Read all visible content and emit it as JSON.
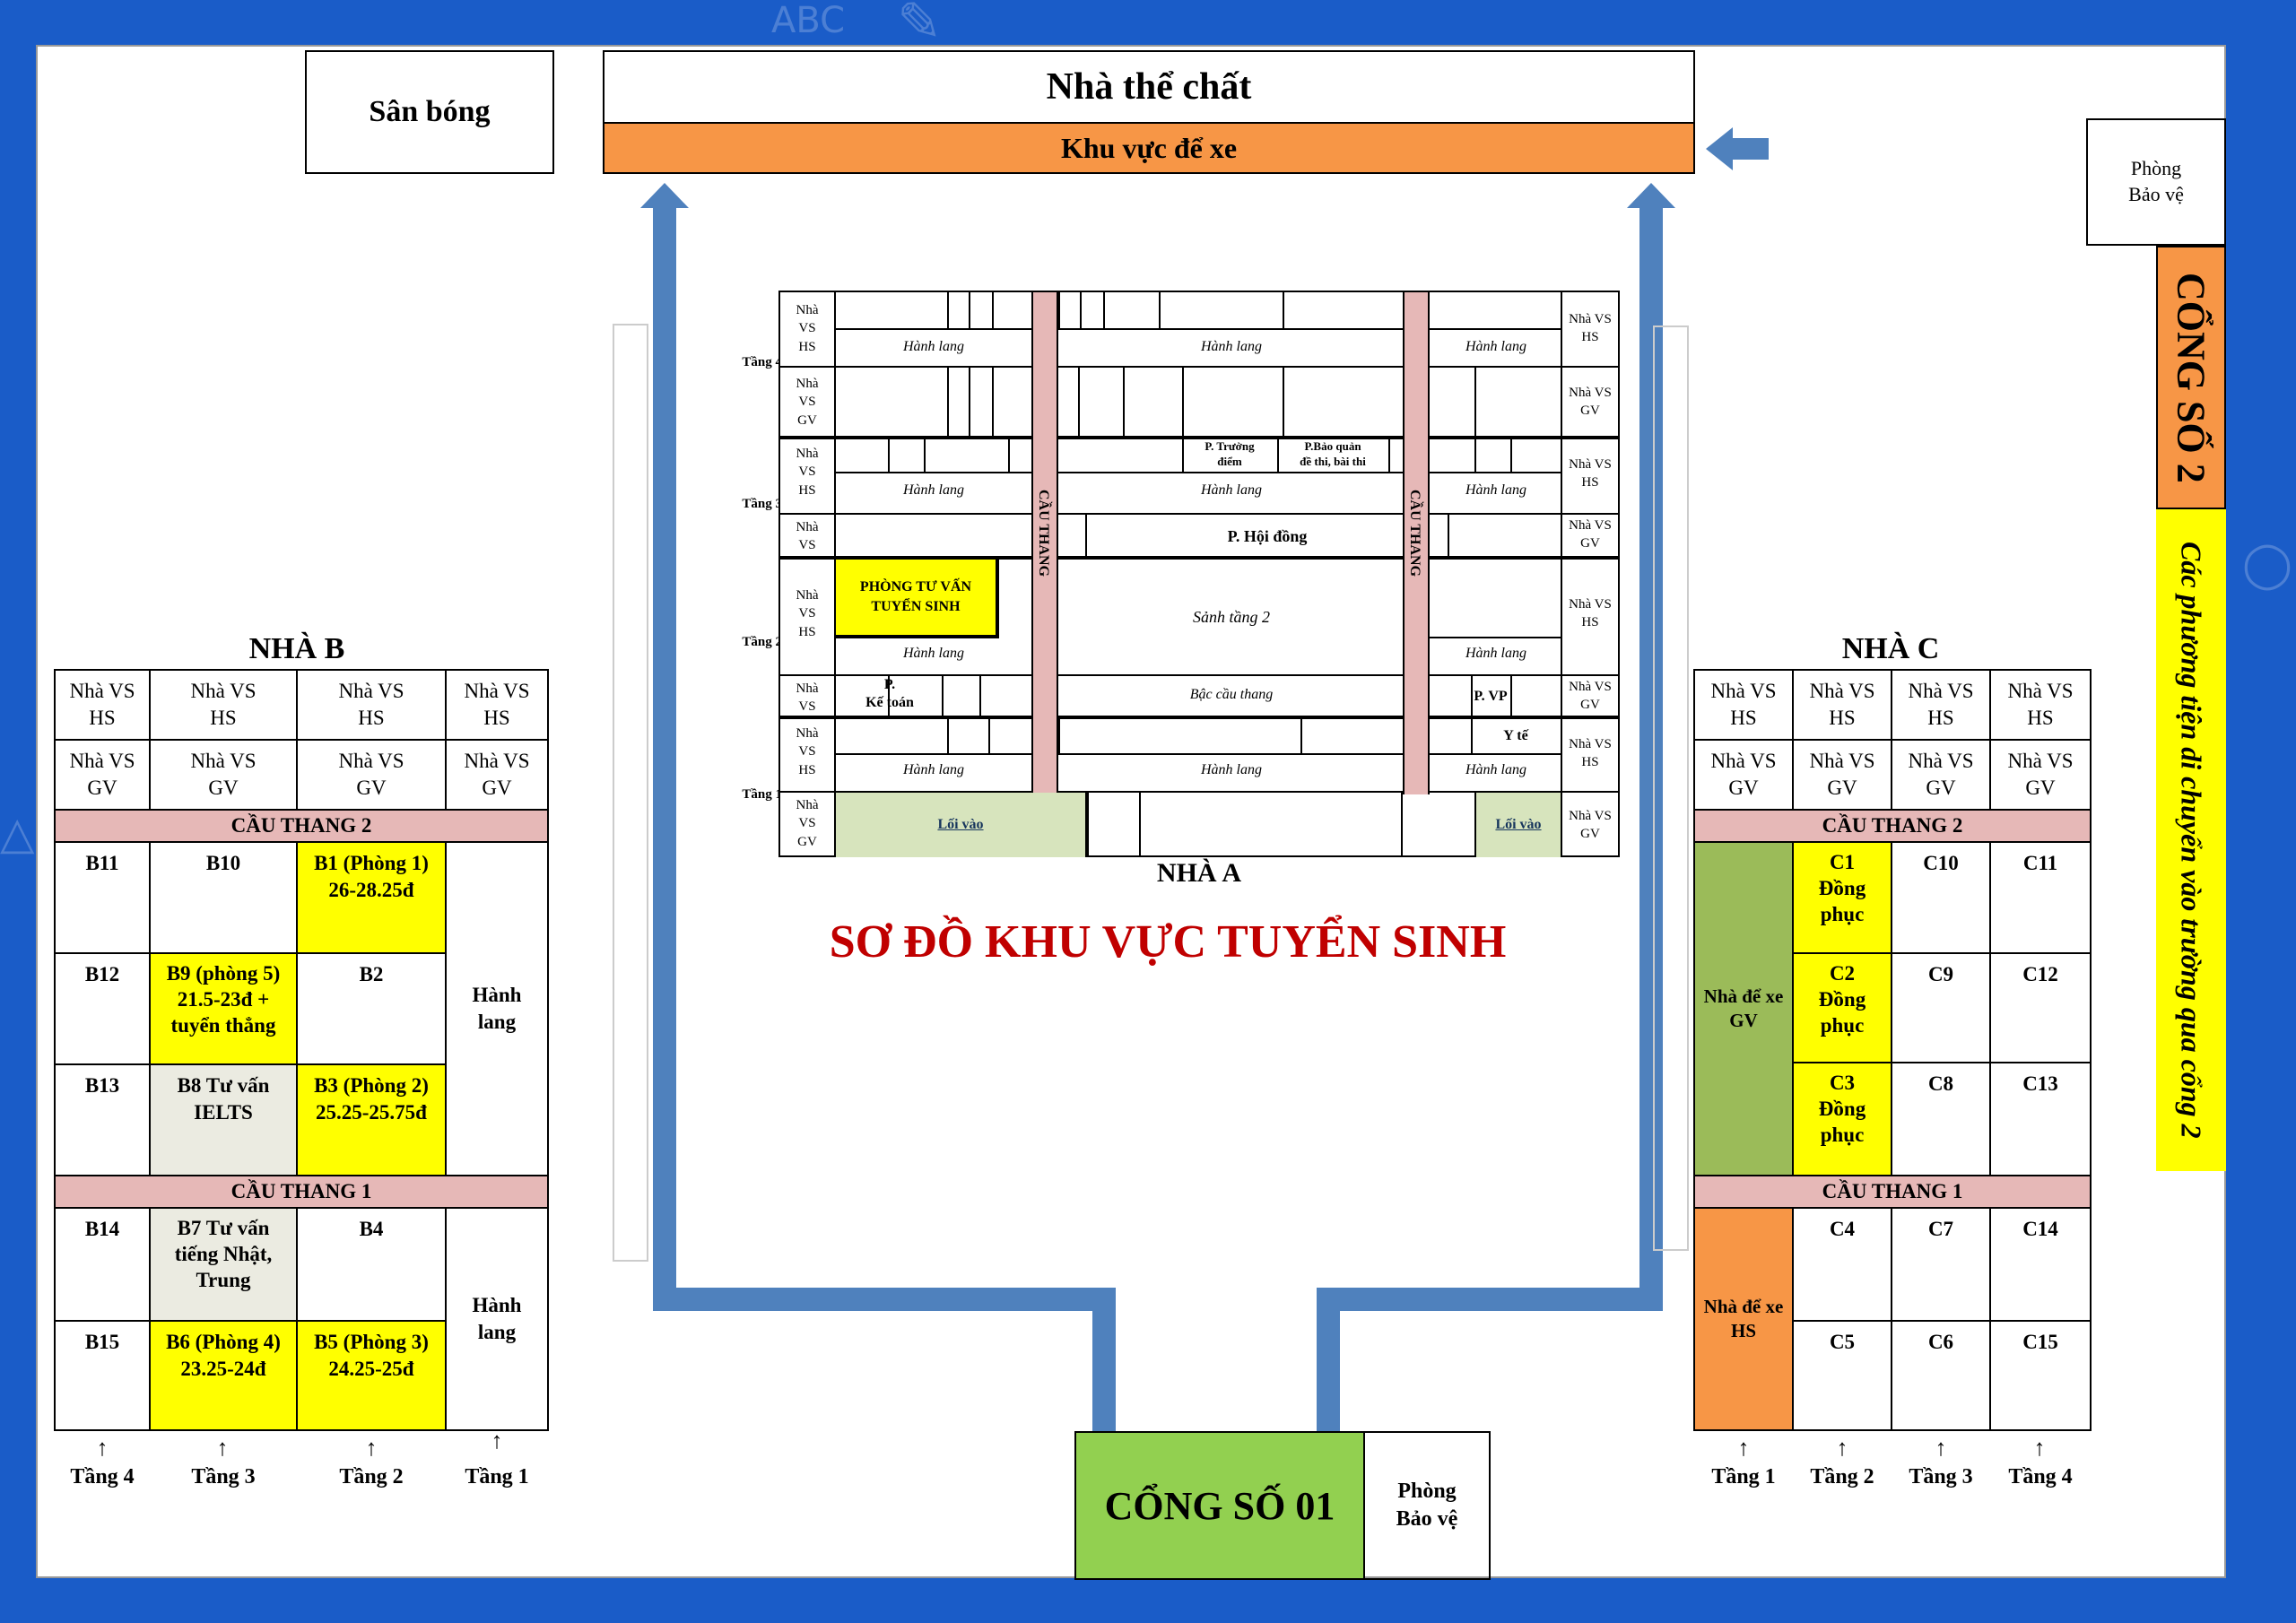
{
  "venue": {
    "stadium": "Sân bóng",
    "gym": "Nhà thể chất",
    "parking_top": "Khu vực để xe",
    "guard_top": "Phòng\nBảo vệ",
    "gate2": "CỔNG SỐ 2",
    "gate2_note": "Các phương tiện di chuyển vào trường qua cổng 2",
    "gate1": "CỔNG SỐ  01",
    "guard_bottom": "Phòng\nBảo vệ",
    "main_title": "SƠ ĐỒ KHU VỰC TUYỂN SINH"
  },
  "house_b": {
    "title": "NHÀ B",
    "wc_hs": "Nhà VS\nHS",
    "wc_gv": "Nhà VS\nGV",
    "stair2": "CẦU THANG 2",
    "stair1": "CẦU THANG 1",
    "rooms": {
      "b11": "B11",
      "b10": "B10",
      "b1": "B1 (Phòng 1)\n26-28.25đ",
      "b12": "B12",
      "b9": "B9 (phòng 5)\n21.5-23đ +\ntuyển thẳng",
      "b2": "B2",
      "b13": "B13",
      "b8": "B8 Tư vấn\nIELTS",
      "b3": "B3 (Phòng 2)\n25.25-25.75đ",
      "b14": "B14",
      "b7": "B7 Tư vấn\ntiếng Nhật,\nTrung",
      "b4": "B4",
      "b15": "B15",
      "b6": "B6 (Phòng 4)\n23.25-24đ",
      "b5": "B5 (Phòng 3)\n24.25-25đ"
    },
    "corridor": "Hành\nlang",
    "floors": [
      "Tầng 4",
      "Tầng 3",
      "Tầng 2",
      "Tầng 1"
    ]
  },
  "house_c": {
    "title": "NHÀ C",
    "wc_hs": "Nhà VS\nHS",
    "wc_gv": "Nhà VS\nGV",
    "stair2": "CẦU THANG 2",
    "stair1": "CẦU THANG 1",
    "parking_gv": "Nhà để xe\nGV",
    "parking_hs": "Nhà để xe\nHS",
    "rooms": {
      "c1": "C1\nĐồng\nphục",
      "c10": "C10",
      "c11": "C11",
      "c2": "C2\nĐồng\nphục",
      "c9": "C9",
      "c12": "C12",
      "c3": "C3\nĐồng\nphục",
      "c8": "C8",
      "c13": "C13",
      "c4": "C4",
      "c7": "C7",
      "c14": "C14",
      "c5": "C5",
      "c6": "C6",
      "c15": "C15"
    },
    "floors": [
      "Tầng 1",
      "Tầng 2",
      "Tầng 3",
      "Tầng 4"
    ]
  },
  "house_a": {
    "title": "NHÀ A",
    "floors": [
      "Tầng 4",
      "Tầng 3",
      "Tầng 2",
      "Tầng 1"
    ],
    "wc_hs": "Nhà\nVS\nHS",
    "wc_gv": "Nhà\nVS\nGV",
    "wc_vs": "Nhà\nVS",
    "wc_right_hs": "Nhà VS\nHS",
    "wc_right_gv": "Nhà VS\nGV",
    "corridor": "Hành lang",
    "stair": "CẦU THANG",
    "room_principal": "P. Trưởng\nđiểm",
    "room_storage": "P.Bảo quản\nđề thi, bài thi",
    "room_council": "P. Hội đồng",
    "room_consult": "PHÒNG TƯ VẤN\nTUYỂN SINH",
    "hall2": "Sảnh tầng 2",
    "stair_steps": "Bậc cầu thang",
    "room_accounting": "P.\nKế toán",
    "room_office": "P. VP",
    "room_medical": "Y tế",
    "entrance": "Lối vào"
  },
  "colors": {
    "background": "#1a5cc8",
    "orange": "#f79646",
    "yellow": "#ffff00",
    "pink": "#e6b8b7",
    "green_gate": "#92d050",
    "arrow_blue": "#4f81bd"
  }
}
